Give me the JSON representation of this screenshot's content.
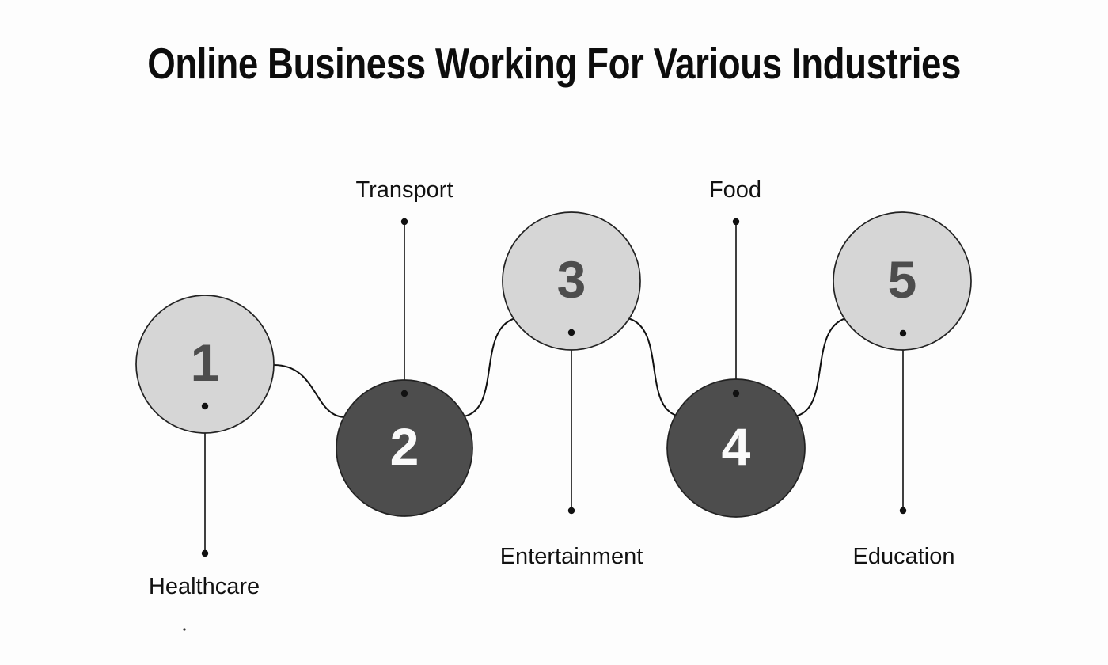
{
  "title": "Online Business Working For Various Industries",
  "diagram": {
    "type": "numbered-step-infographic",
    "nodes": [
      {
        "number": "1",
        "label": "Healthcare",
        "variant": "light",
        "label_position": "below"
      },
      {
        "number": "2",
        "label": "Transport",
        "variant": "dark",
        "label_position": "above"
      },
      {
        "number": "3",
        "label": "Entertainment",
        "variant": "light",
        "label_position": "below"
      },
      {
        "number": "4",
        "label": "Food",
        "variant": "dark",
        "label_position": "above"
      },
      {
        "number": "5",
        "label": "Education",
        "variant": "light",
        "label_position": "below"
      }
    ],
    "colors": {
      "background": "#fdfdfd",
      "light_circle_fill": "#d6d6d6",
      "dark_circle_fill": "#4d4d4d",
      "circle_outline": "#222222",
      "number_on_light": "#4d4d4d",
      "number_on_dark": "#fafafa",
      "line": "#111111",
      "text": "#111111",
      "title_text": "#0d0d0d"
    }
  }
}
